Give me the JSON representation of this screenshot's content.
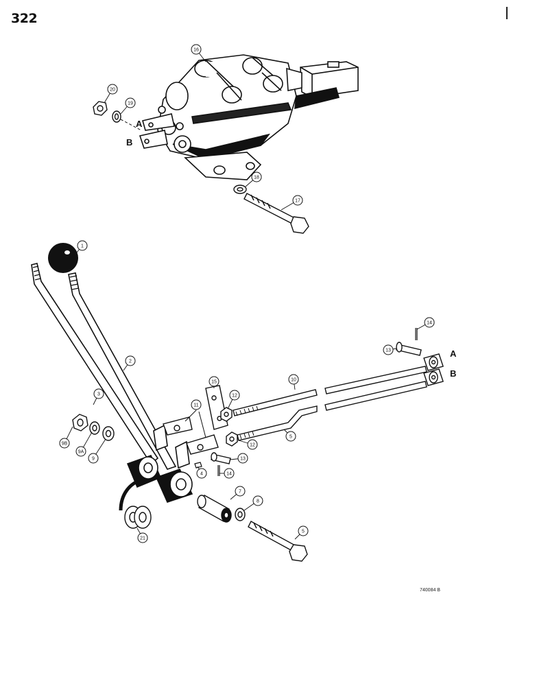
{
  "page": {
    "number": "322",
    "figure_id": "740084 B"
  },
  "valve": {
    "callouts": [
      "16",
      "20",
      "19",
      "18",
      "17"
    ],
    "labels": [
      "A",
      "B"
    ]
  },
  "lever_assembly": {
    "callouts": [
      "1",
      "2",
      "3",
      "14",
      "13",
      "10",
      "15",
      "11",
      "12",
      "9B",
      "9A",
      "9",
      "12",
      "5",
      "13",
      "4",
      "14",
      "7",
      "8",
      "21",
      "5"
    ],
    "labels": [
      "A",
      "B"
    ]
  }
}
